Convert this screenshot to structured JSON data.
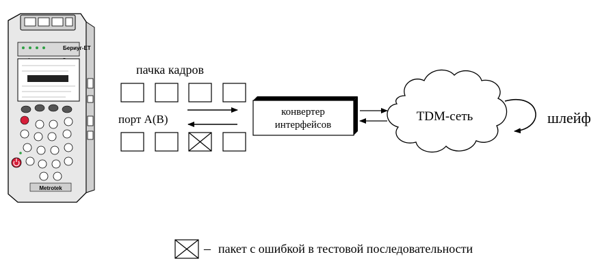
{
  "device": {
    "brand_label": "Бериуг-ET",
    "port_a_label": "A",
    "port_b_label": "B",
    "footer_label": "Metrotek"
  },
  "frames_label": "пачка кадров",
  "port_label": "порт A(B)",
  "converter": {
    "line1": "конвертер",
    "line2": "интерфейсов"
  },
  "cloud_label": "TDM-сеть",
  "loop_label": "шлейф",
  "legend": {
    "dash": "–",
    "text": "пакет с ошибкой в тестовой последовательности"
  },
  "colors": {
    "stroke": "#000000",
    "background": "#ffffff",
    "device_body": "#e6e6e6",
    "device_screen": "#ffffff",
    "power_button": "#d61f3a",
    "status_led": "#2ea043"
  }
}
